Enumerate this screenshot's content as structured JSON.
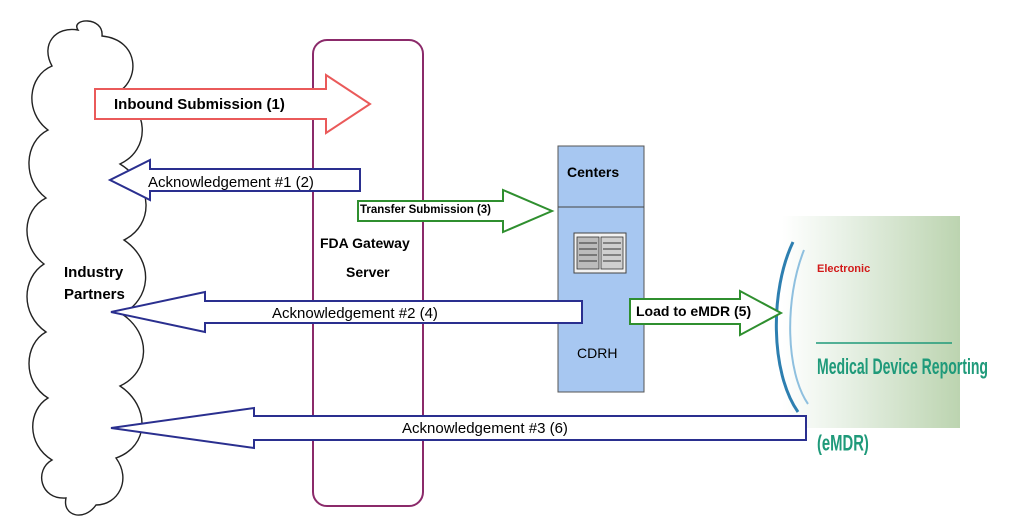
{
  "cloud": {
    "label_line1": "Industry",
    "label_line2": "Partners"
  },
  "gateway": {
    "label_line1": "FDA Gateway",
    "label_line2": "Server"
  },
  "centers": {
    "header": "Centers",
    "footer": "CDRH",
    "server_icon": "server-rack-icon"
  },
  "arrows": {
    "inbound": "Inbound Submission (1)",
    "ack1": "Acknowledgement #1 (2)",
    "transfer": "Transfer Submission (3)",
    "ack2": "Acknowledgement #2 (4)",
    "load": "Load to eMDR (5)",
    "ack3": "Acknowledgement #3 (6)"
  },
  "emdr": {
    "line1": "Electronic",
    "line2": "Medical Device Reporting",
    "line3": "(eMDR)"
  },
  "colors": {
    "inbound": "#ea5a5a",
    "acknowledgement": "#2a2f8f",
    "transfer": "#2f8f2f",
    "gateway": "#8b2a6a",
    "centers_fill": "#a7c7f1",
    "emdr_title": "#1f9a7a",
    "emdr_red": "#d21a1a"
  }
}
